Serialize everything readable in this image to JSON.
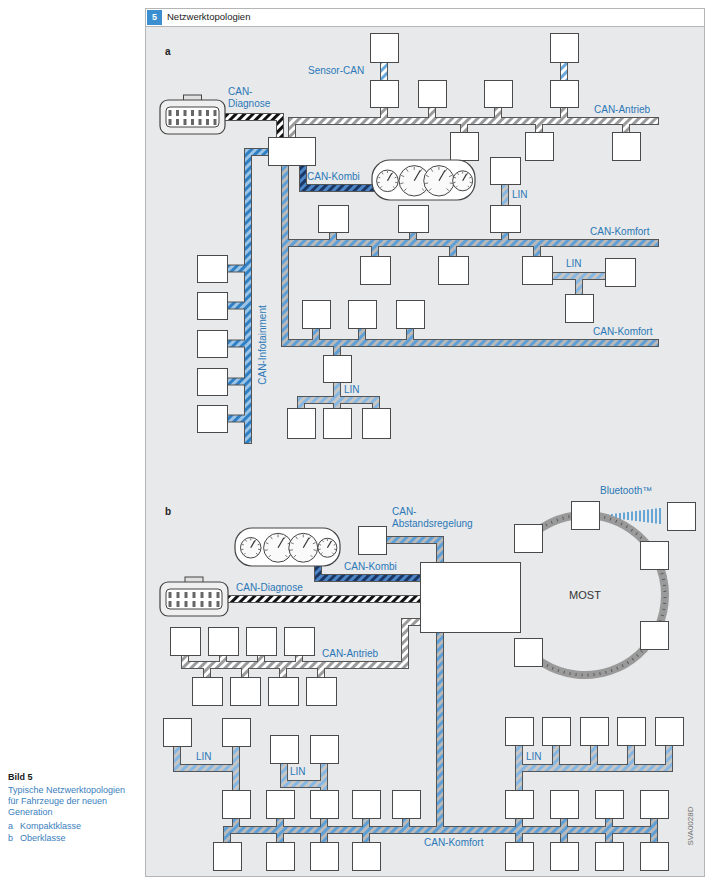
{
  "diagram": {
    "title": "Netzwerktopologien",
    "caption": "Typische Netzwerktopologien für Fahrzeuge der neuen Generation",
    "nodes": [
      {
        "text": [
          "MOST"
        ]
      }
    ],
    "labels": [
      "5",
      "a",
      "Sensor-CAN",
      "CAN-Diagnose",
      "CAN-Antrieb",
      "CAN-Kombi",
      "LIN",
      "CAN-Komfort",
      "LIN",
      "CAN-Komfort",
      "LIN",
      "CAN-Infotainment",
      "b",
      "CAN-Abstandsregelung",
      "Bluetooth™",
      "CAN-Kombi",
      "CAN-Diagnose",
      "CAN-Antrieb",
      "LIN",
      "LIN",
      "LIN",
      "CAN-Komfort",
      "SVA0028D",
      "Bild 5",
      "a",
      "Kompaktklasse",
      "b",
      "Oberklasse"
    ]
  }
}
